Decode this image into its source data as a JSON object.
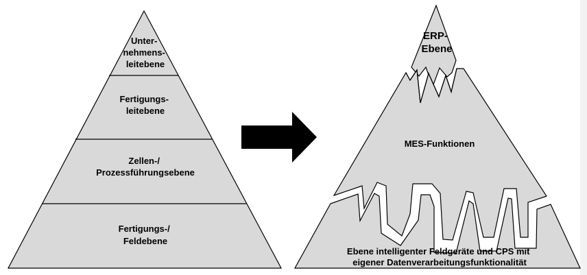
{
  "colors": {
    "fill": "#d9d9d9",
    "stroke": "#000000",
    "arrow": "#000000",
    "background": "#ffffff"
  },
  "left_pyramid": {
    "levels": [
      {
        "lines": [
          "Unter-",
          "nehmens-",
          "leitebene"
        ]
      },
      {
        "lines": [
          "Fertigungs-",
          "leitebene"
        ]
      },
      {
        "lines": [
          "Zellen-/",
          "Prozessführungsebene"
        ]
      },
      {
        "lines": [
          "Fertigungs-/",
          "Feldebene"
        ]
      }
    ]
  },
  "arrow": {
    "icon": "right-arrow-icon"
  },
  "right_pyramid": {
    "top": {
      "lines": [
        "ERP-",
        "Ebene"
      ]
    },
    "middle": {
      "lines": [
        "MES-Funktionen"
      ]
    },
    "bottom": {
      "lines": [
        "Ebene intelligenter Feldgeräte und CPS mit",
        "eigener Datenverarbeitungsfunktionalität"
      ]
    }
  }
}
